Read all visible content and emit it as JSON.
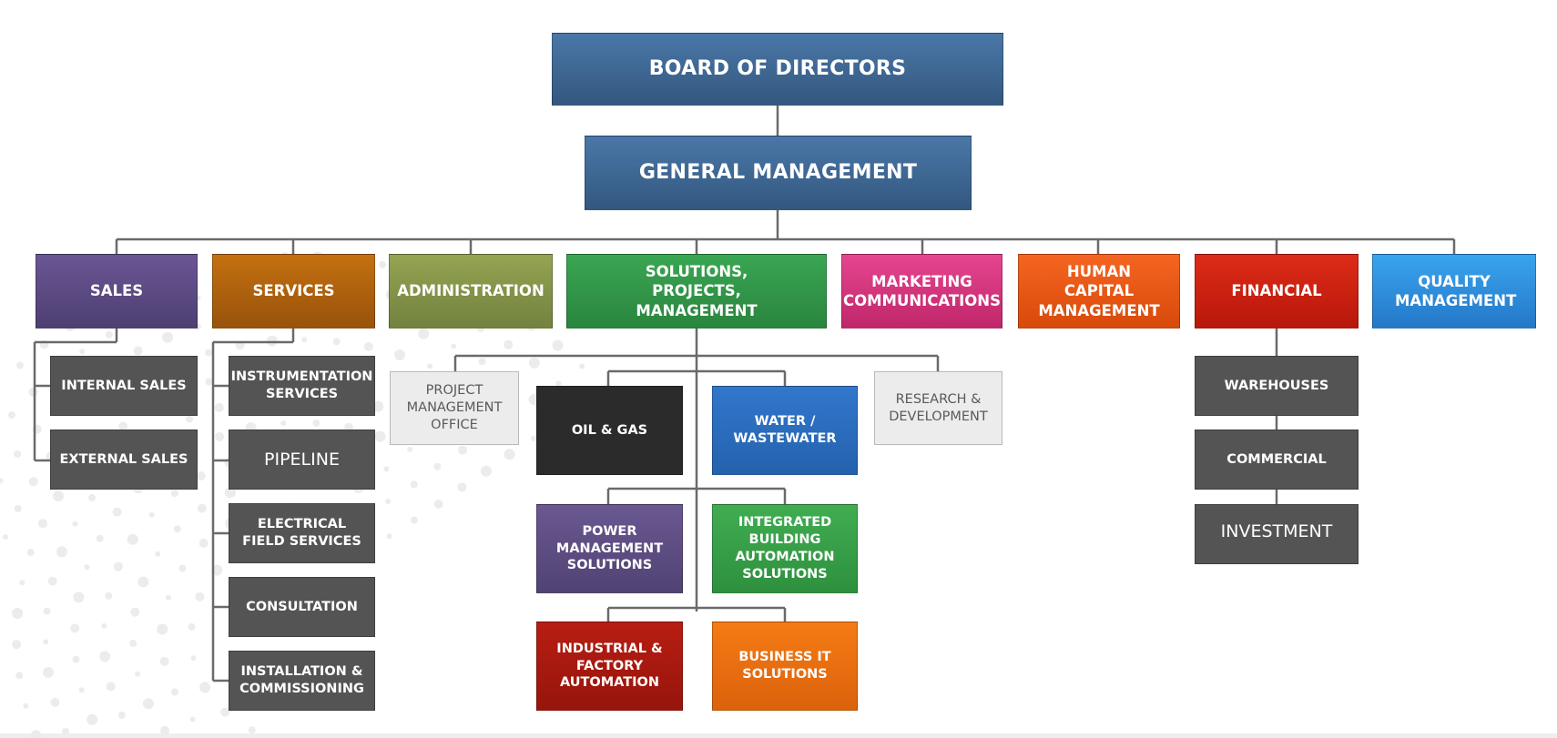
{
  "chart": {
    "board": "BOARD OF DIRECTORS",
    "general": "GENERAL MANAGEMENT",
    "departments": {
      "sales": "SALES",
      "services": "SERVICES",
      "administration": "ADMINISTRATION",
      "solutions": "SOLUTIONS, PROJECTS, MANAGEMENT",
      "marketing": "MARKETING COMMUNICATIONS",
      "human_capital": "HUMAN CAPITAL MANAGEMENT",
      "financial": "FINANCIAL",
      "quality": "QUALITY MANAGEMENT"
    },
    "sales_units": {
      "internal_sales": "INTERNAL SALES",
      "external_sales": "EXTERNAL SALES"
    },
    "services_units": {
      "instrumentation": "INSTRUMENTATION SERVICES",
      "pipeline": "PIPELINE",
      "electrical_field": "ELECTRICAL FIELD SERVICES",
      "consultation": "CONSULTATION",
      "installation": "INSTALLATION & COMMISSIONING"
    },
    "solutions_units": {
      "pmo": "PROJECT MANAGEMENT OFFICE",
      "rnd": "RESEARCH & DEVELOPMENT",
      "oil_gas": "OIL & GAS",
      "water": "WATER / WASTEWATER",
      "power": "POWER MANAGEMENT SOLUTIONS",
      "building": "INTEGRATED BUILDING AUTOMATION SOLUTIONS",
      "industrial": "INDUSTRIAL & FACTORY AUTOMATION",
      "business_it": "BUSINESS IT SOLUTIONS"
    },
    "financial_units": {
      "warehouses": "WAREHOUSES",
      "commercial": "COMMERCIAL",
      "investment": "INVESTMENT"
    }
  },
  "colors": {
    "executive": "#3b6592",
    "sales": "#5c4a82",
    "services": "#b0620e",
    "administration": "#84944a",
    "solutions": "#2f9646",
    "marketing": "#d9327b",
    "human_capital": "#ec5411",
    "financial": "#cc1d10",
    "quality": "#2d8ede",
    "unit_gray": "#545454",
    "oil_gas": "#2b2b2b",
    "water": "#2e6dbd",
    "power": "#5e4d82",
    "building": "#37a147",
    "industrial": "#a8190f",
    "business_it": "#ec6d0f",
    "ghost": "#ececec",
    "connector": "#6a6a6a"
  }
}
